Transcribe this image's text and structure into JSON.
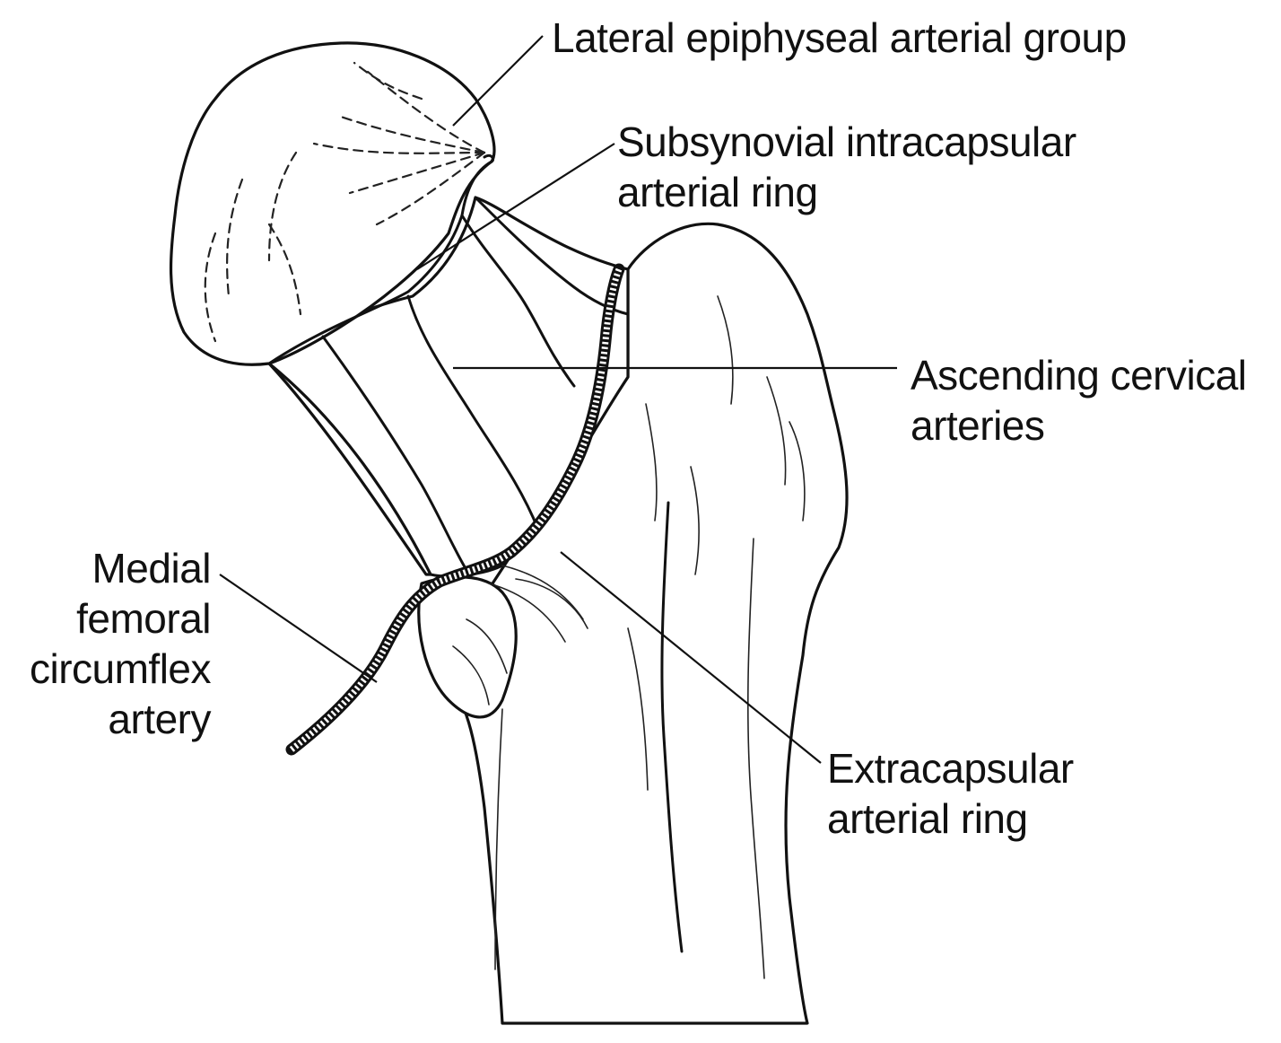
{
  "labels": {
    "lateral_epiphyseal": "Lateral epiphyseal arterial group",
    "subsynovial_line1": "Subsynovial intracapsular",
    "subsynovial_line2": "arterial ring",
    "ascending_line1": "Ascending cervical",
    "ascending_line2": "arteries",
    "medial_line1": "Medial",
    "medial_line2": "femoral",
    "medial_line3": "circumflex",
    "medial_line4": "artery",
    "extracapsular_line1": "Extracapsular",
    "extracapsular_line2": "arterial ring"
  },
  "colors": {
    "ink": "#111111",
    "background": "#ffffff"
  }
}
